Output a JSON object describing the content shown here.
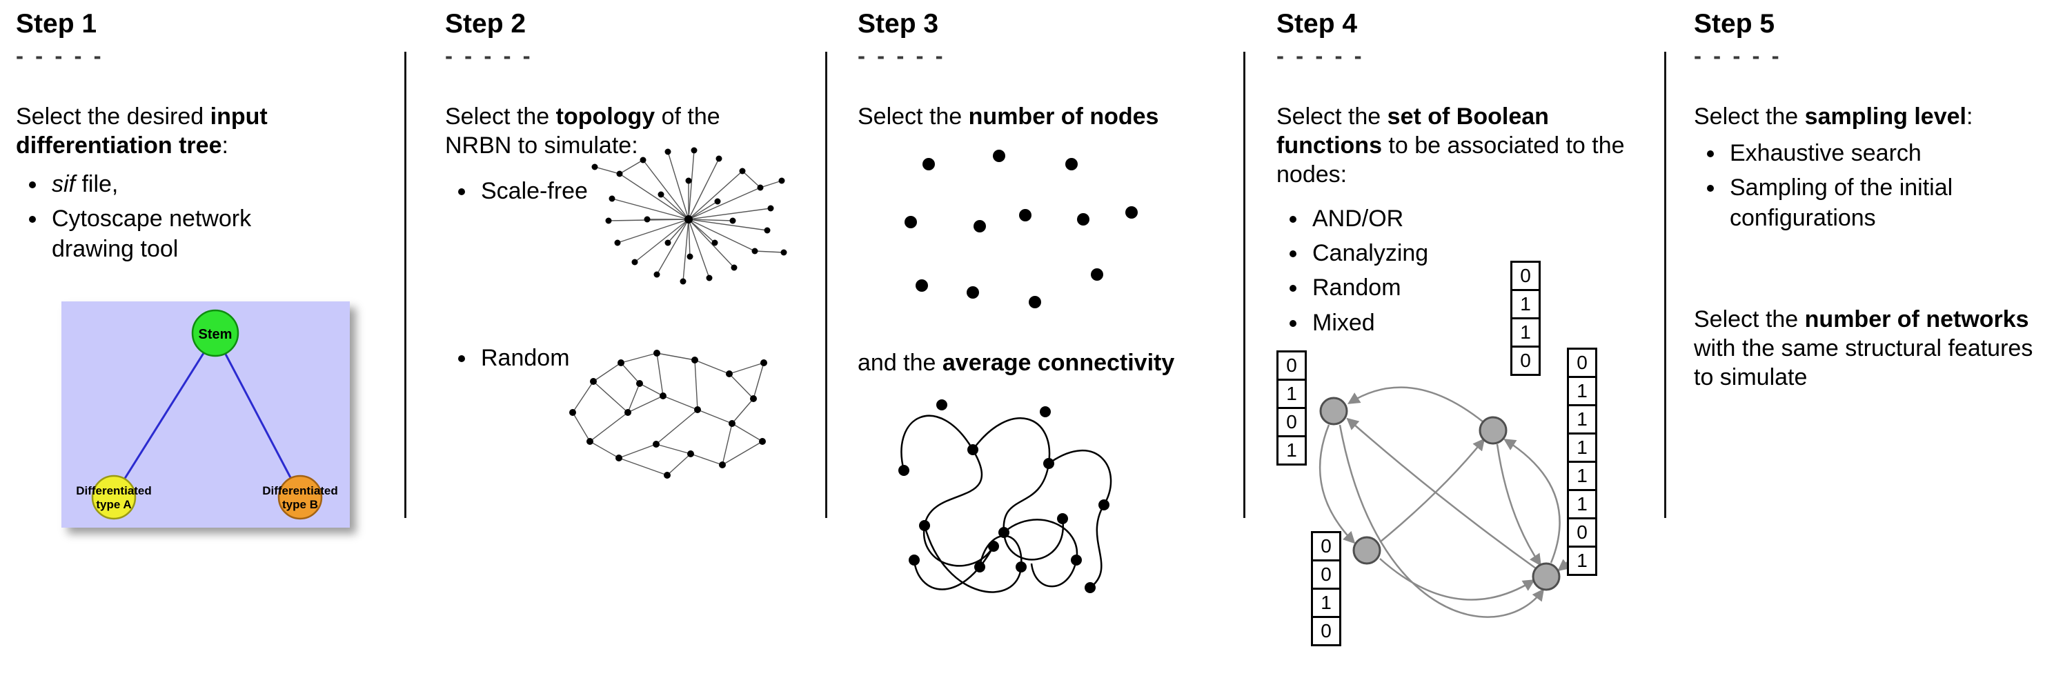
{
  "step1": {
    "title": "Step 1",
    "dashes": "- - - - -",
    "intro": {
      "pre": "Select the desired ",
      "bold": "input differentiation tree",
      "post": ":"
    },
    "bullet_sif": {
      "italic": "sif",
      "rest": " file,"
    },
    "bullet_cytoscape": "Cytoscape network drawing tool",
    "tree": {
      "stem_label": "Stem",
      "type_a_line1": "Differentiated",
      "type_a_line2": "type A",
      "type_b_line1": "Differentiated",
      "type_b_line2": "type B",
      "colors": {
        "panel_background": "#c9c9fb",
        "stem_fill": "#2fe32f",
        "type_a_fill": "#f0ef2e",
        "type_b_fill": "#f09c2c",
        "edge": "#2b2bd0"
      }
    }
  },
  "step2": {
    "title": "Step 2",
    "dashes": "- - - - -",
    "intro": {
      "pre": "Select the ",
      "bold": "topology",
      "post": " of the NRBN to simulate:"
    },
    "bullet_scale_free": "Scale-free",
    "bullet_random": "Random"
  },
  "step3": {
    "title": "Step 3",
    "dashes": "- - - - -",
    "intro": {
      "pre": "Select the ",
      "bold": "number of nodes",
      "post": ""
    },
    "connectivity": {
      "pre": "and the ",
      "bold": "average connectivity",
      "post": ""
    }
  },
  "step4": {
    "title": "Step 4",
    "dashes": "- - - - -",
    "intro": {
      "pre": "Select the ",
      "bold": "set of Boolean functions",
      "post": " to be associated to the nodes:"
    },
    "bullets": [
      "AND/OR",
      "Canalyzing",
      "Random",
      "Mixed"
    ],
    "truth_tables": {
      "top": [
        "0",
        "1",
        "1",
        "0"
      ],
      "left": [
        "0",
        "1",
        "0",
        "1"
      ],
      "bottom_left": [
        "0",
        "0",
        "1",
        "0"
      ],
      "right": [
        "0",
        "1",
        "1",
        "1",
        "1",
        "1",
        "0",
        "1"
      ]
    },
    "colors": {
      "node_fill": "#a8a8a8",
      "node_stroke": "#4f4f4f",
      "arrow": "#8a8a8a"
    }
  },
  "step5": {
    "title": "Step 5",
    "dashes": "- - - - -",
    "intro": {
      "pre": "Select the ",
      "bold": "sampling level",
      "post": ":"
    },
    "bullets": [
      "Exhaustive search",
      "Sampling of the initial configurations"
    ],
    "networks": {
      "pre": "Select the ",
      "bold": "number of networks",
      "post": " with the same structural features to simulate"
    }
  }
}
